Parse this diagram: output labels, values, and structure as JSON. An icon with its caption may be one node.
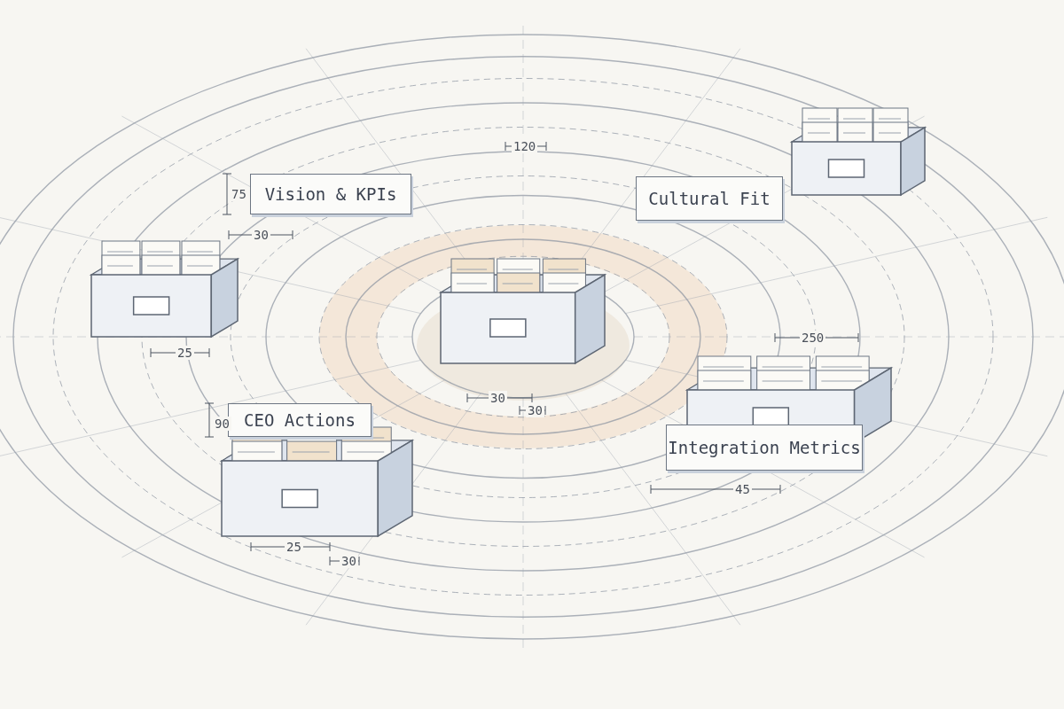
{
  "diagram": {
    "nodes": [
      {
        "text": [
          "Vision & KPIs"
        ]
      },
      {
        "text": [
          "Cultural Fit"
        ]
      },
      {
        "text": [
          "CEO Actions"
        ]
      },
      {
        "text": [
          "Integration Metrics"
        ]
      }
    ],
    "labels": [
      "120",
      "75",
      "30",
      "250",
      "25",
      "30",
      "30",
      "90",
      "45",
      "25",
      "30"
    ]
  }
}
